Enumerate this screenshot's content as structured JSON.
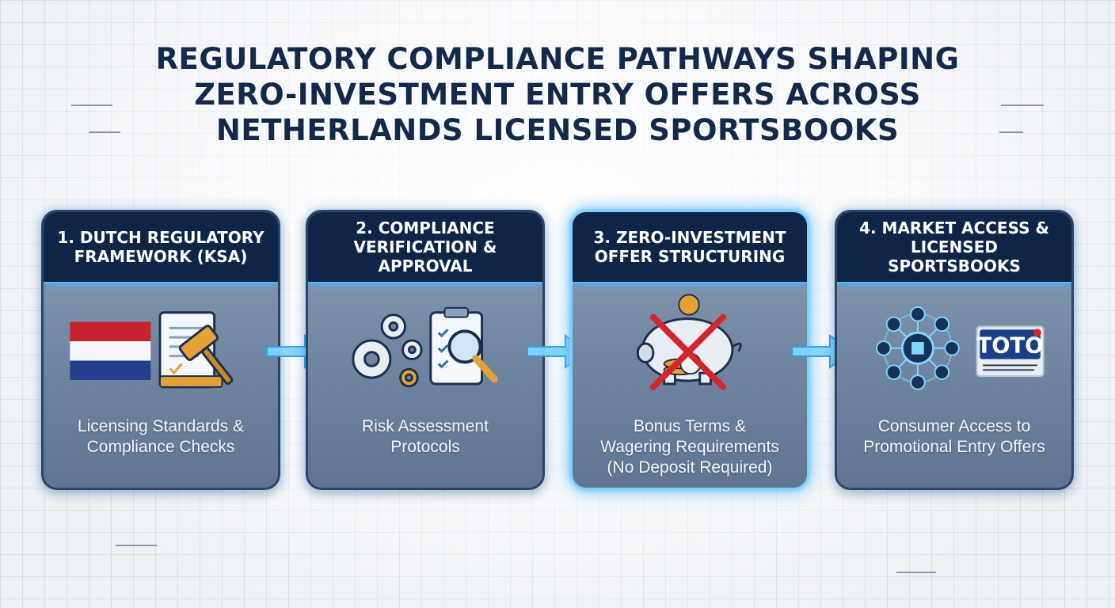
{
  "title": {
    "line1": "REGULATORY COMPLIANCE PATHWAYS SHAPING",
    "line2": "ZERO-INVESTMENT ENTRY OFFERS ACROSS",
    "line3": "NETHERLANDS LICENSED SPORTSBOOKS"
  },
  "steps": [
    {
      "heading": "1. DUTCH REGULATORY\nFRAMEWORK (KSA)",
      "description": "Licensing Standards &\nCompliance Checks",
      "icons": [
        "netherlands-flag-icon",
        "document-gavel-icon"
      ]
    },
    {
      "heading": "2. COMPLIANCE\nVERIFICATION &\nAPPROVAL",
      "description": "Risk Assessment\nProtocols",
      "icons": [
        "gears-icon",
        "clipboard-magnifier-icon"
      ]
    },
    {
      "heading": "3. ZERO-INVESTMENT\nOFFER STRUCTURING",
      "description": "Bonus Terms &\nWagering Requirements\n(No Deposit Required)",
      "icons": [
        "crossed-piggy-bank-icon"
      ]
    },
    {
      "heading": "4. MARKET ACCESS &\nLICENSED SPORTSBOOKS",
      "description": "Consumer Access to\nPromotional Entry Offers",
      "icons": [
        "network-hub-icon",
        "toto-logo-icon"
      ],
      "logo_text": "TOTO"
    }
  ],
  "colors": {
    "title": "#13294b",
    "header_bg": "#0f2547",
    "card_body": "#7589a4",
    "accent_glow": "#4fb8ff",
    "flag_red": "#c8222c",
    "flag_blue": "#253f8e",
    "gold": "#e3a233"
  }
}
